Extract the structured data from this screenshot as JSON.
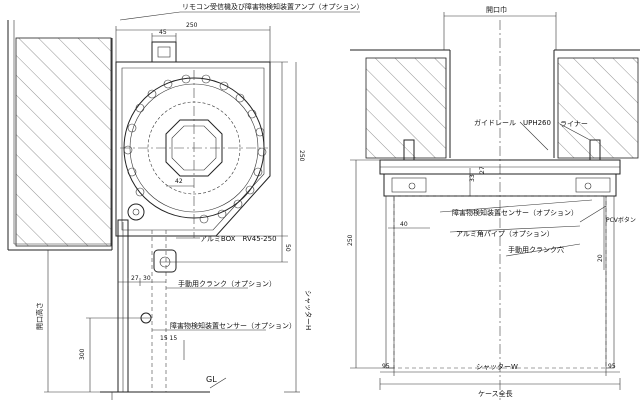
{
  "left": {
    "label_remote_receiver": "リモコン受信機及び障害物検知装置アンプ（オプション）",
    "dim_45": "45",
    "dim_250_top": "250",
    "dim_250_right": "250",
    "dim_42": "42",
    "label_alumi_box": "アルミBOX　RV45-250",
    "dim_50": "50",
    "dim_27": "27",
    "dim_30": "30",
    "label_crank": "手動用クランク（オプション）",
    "label_sensor": "障害物検知装置センサー（オプション）",
    "dim_15_15": "15 15",
    "dim_300": "300",
    "label_opening_height": "開口高さ",
    "label_shutter_h": "シャッターH",
    "label_gl": "GL"
  },
  "right": {
    "label_opening_width": "開口巾",
    "label_guide_rail": "ガイドレール　UPH260",
    "label_liner": "ライナー",
    "dim_33": "33",
    "dim_27": "27",
    "dim_250": "250",
    "dim_40": "40",
    "label_sensor": "障害物検知装置センサー（オプション）",
    "label_pcv_button": "PCVボタン",
    "label_pipe": "アルミ角パイプ（オプション）",
    "label_crank_hole": "手動用クランク穴",
    "dim_20": "20",
    "dim_95_left": "95",
    "dim_95_right": "95",
    "label_shutter_w": "シャッターW",
    "label_case_total": "ケース全長"
  }
}
